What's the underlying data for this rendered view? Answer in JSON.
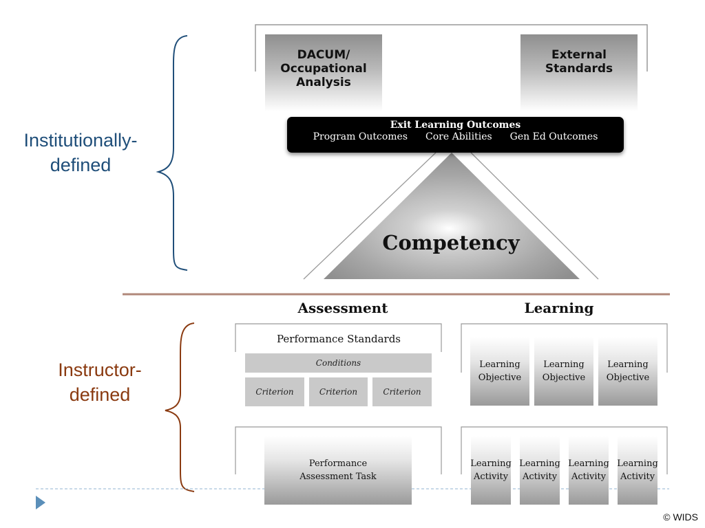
{
  "top_boxes": {
    "dacum": "DACUM/\nOccupational\nAnalysis",
    "external": "External\nStandards"
  },
  "banner": {
    "title": "Exit Learning Outcomes",
    "items": [
      "Program Outcomes",
      "Core Abilities",
      "Gen Ed Outcomes"
    ]
  },
  "competency_label": "Competency",
  "side_labels": {
    "institutional": "Institutionally-\ndefined",
    "instructor": "Instructor-\ndefined"
  },
  "columns": {
    "assessment": "Assessment",
    "learning": "Learning"
  },
  "assessment": {
    "performance_standards": "Performance Standards",
    "conditions": "Conditions",
    "criteria": [
      "Criterion",
      "Criterion",
      "Criterion"
    ],
    "task": "Performance\nAssessment Task"
  },
  "learning": {
    "objectives": [
      "Learning\nObjective",
      "Learning\nObjective",
      "Learning\nObjective"
    ],
    "activities": [
      "Learning\nActivity",
      "Learning\nActivity",
      "Learning\nActivity",
      "Learning\nActivity"
    ]
  },
  "colors": {
    "institutional_brace": "#1f4e79",
    "instructor_brace": "#8a3a10",
    "divider": "#b0887a",
    "nav_arrow": "#5b8fb9"
  },
  "footer": {
    "copyright": "© WIDS"
  }
}
